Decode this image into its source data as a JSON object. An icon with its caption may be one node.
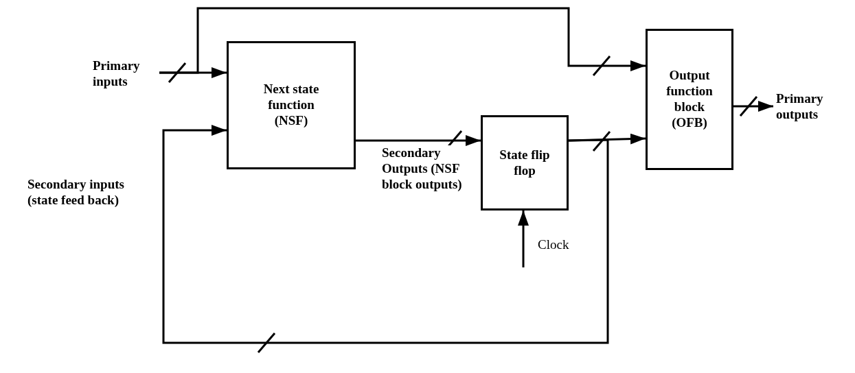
{
  "diagram": {
    "nodes": [
      {
        "text": [
          "Primary inputs"
        ]
      },
      {
        "text": [
          "Next state function (NSF)"
        ]
      },
      {
        "text": [
          "State flip flop"
        ]
      },
      {
        "text": [
          "Output function block (OFB)"
        ]
      },
      {
        "text": [
          "Primary outputs"
        ]
      }
    ],
    "edges": [
      {
        "from": 0,
        "to": 1,
        "arrow": "to"
      },
      {
        "from": 0,
        "to": 3,
        "arrow": "to"
      },
      {
        "from": 1,
        "to": 2,
        "arrow": "to",
        "label": "Secondary Outputs (NSF block outputs)"
      },
      {
        "from": 2,
        "to": 3,
        "arrow": "to"
      },
      {
        "from": 2,
        "to": 1,
        "arrow": "to"
      },
      {
        "from": 3,
        "to": 4,
        "arrow": "to"
      },
      {
        "from": null,
        "to": 2,
        "arrow": "to",
        "label": "Clock"
      }
    ],
    "labels": [
      "Secondary inputs (state feed back)"
    ]
  }
}
